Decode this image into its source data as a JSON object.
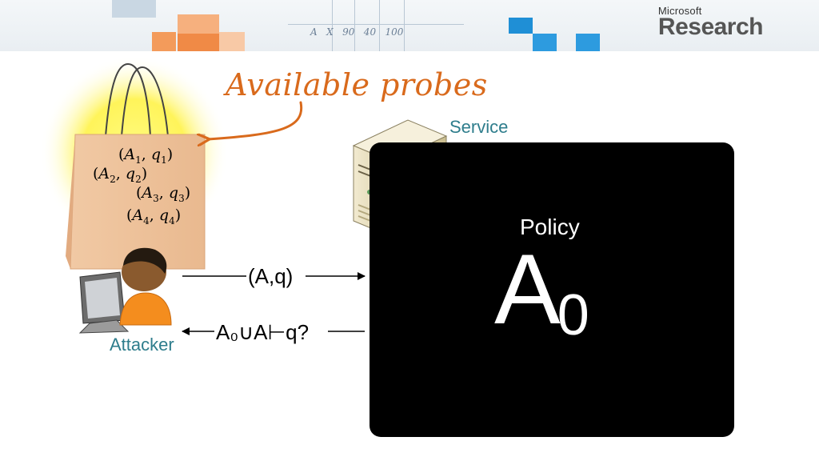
{
  "header": {
    "brand_top": "Microsoft",
    "brand_main": "Research"
  },
  "probes": {
    "title": "Available probes",
    "items": [
      {
        "a": "A",
        "q": "q",
        "idx": "1"
      },
      {
        "a": "A",
        "q": "q",
        "idx": "2"
      },
      {
        "a": "A",
        "q": "q",
        "idx": "3"
      },
      {
        "a": "A",
        "q": "q",
        "idx": "4"
      }
    ]
  },
  "service": {
    "label": "Service"
  },
  "attacker": {
    "label": "Attacker"
  },
  "policy": {
    "label": "Policy",
    "symbol": "A",
    "subscript": "0"
  },
  "messages": {
    "request": "(A,q)",
    "response": "A₀∪A⊢q?"
  },
  "colors": {
    "accent_orange": "#d96a1c",
    "label_teal": "#2e7d8c",
    "policy_bg": "#000000"
  },
  "icons": [
    "shopping-bag-icon",
    "server-icon",
    "database-icon",
    "attacker-computer-icon"
  ]
}
